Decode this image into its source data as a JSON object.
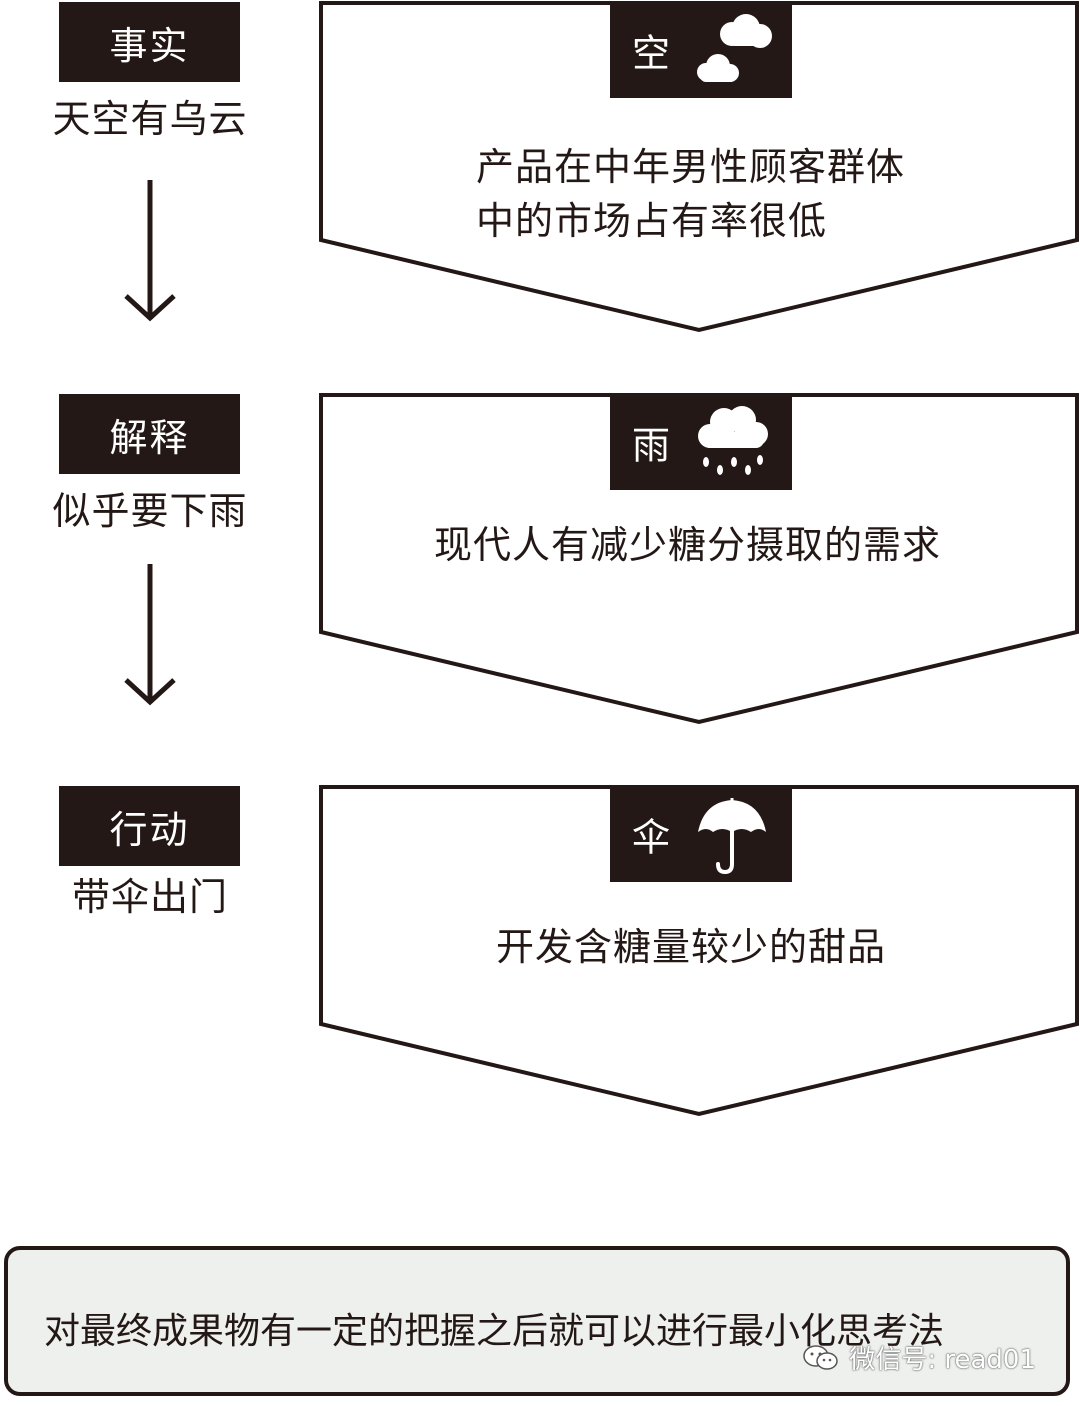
{
  "stages": [
    {
      "tag": "事实",
      "subtitle": "天空有乌云",
      "chevron_char": "空",
      "icon": "clouds-icon",
      "text_lines": [
        "产品在中年男性顾客群体",
        "中的市场占有率很低"
      ]
    },
    {
      "tag": "解释",
      "subtitle": "似乎要下雨",
      "chevron_char": "雨",
      "icon": "rain-cloud-icon",
      "text_lines": [
        "现代人有减少糖分摄取的需求"
      ]
    },
    {
      "tag": "行动",
      "subtitle": "带伞出门",
      "chevron_char": "伞",
      "icon": "umbrella-icon",
      "text_lines": [
        "开发含糖量较少的甜品"
      ]
    }
  ],
  "summary": "对最终成果物有一定的把握之后就可以进行最小化思考法",
  "watermark": "微信号: read01",
  "colors": {
    "ink": "#231815",
    "summary_bg": "#eef0ee"
  }
}
